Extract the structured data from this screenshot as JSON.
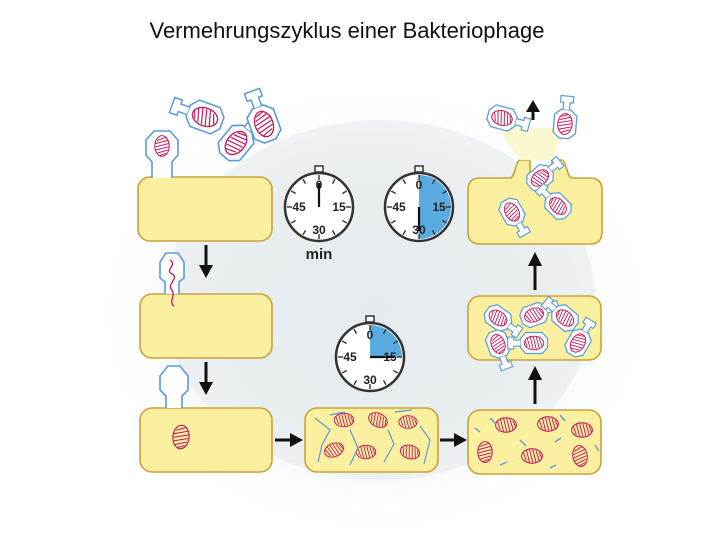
{
  "title": "Vermehrungszyklus einer Bakteriophage",
  "colors": {
    "cell_fill": "#fbf0a0",
    "cell_stroke": "#c9a23a",
    "phage_stroke": "#5b9bd5",
    "dna_coil": "#c2185b",
    "clock_fill": "#5aabdf",
    "arrow": "#111111"
  },
  "clocks": [
    {
      "labels": {
        "top": "0",
        "left": "45",
        "right": "15",
        "bottom": "30"
      },
      "unit": "min",
      "elapsed_fraction": 0
    },
    {
      "labels": {
        "top": "0",
        "left": "45",
        "right": "15",
        "bottom": "30"
      },
      "elapsed_fraction": 0.5
    },
    {
      "labels": {
        "top": "0",
        "left": "45",
        "right": "15",
        "bottom": "30"
      },
      "elapsed_fraction": 0.25
    }
  ]
}
